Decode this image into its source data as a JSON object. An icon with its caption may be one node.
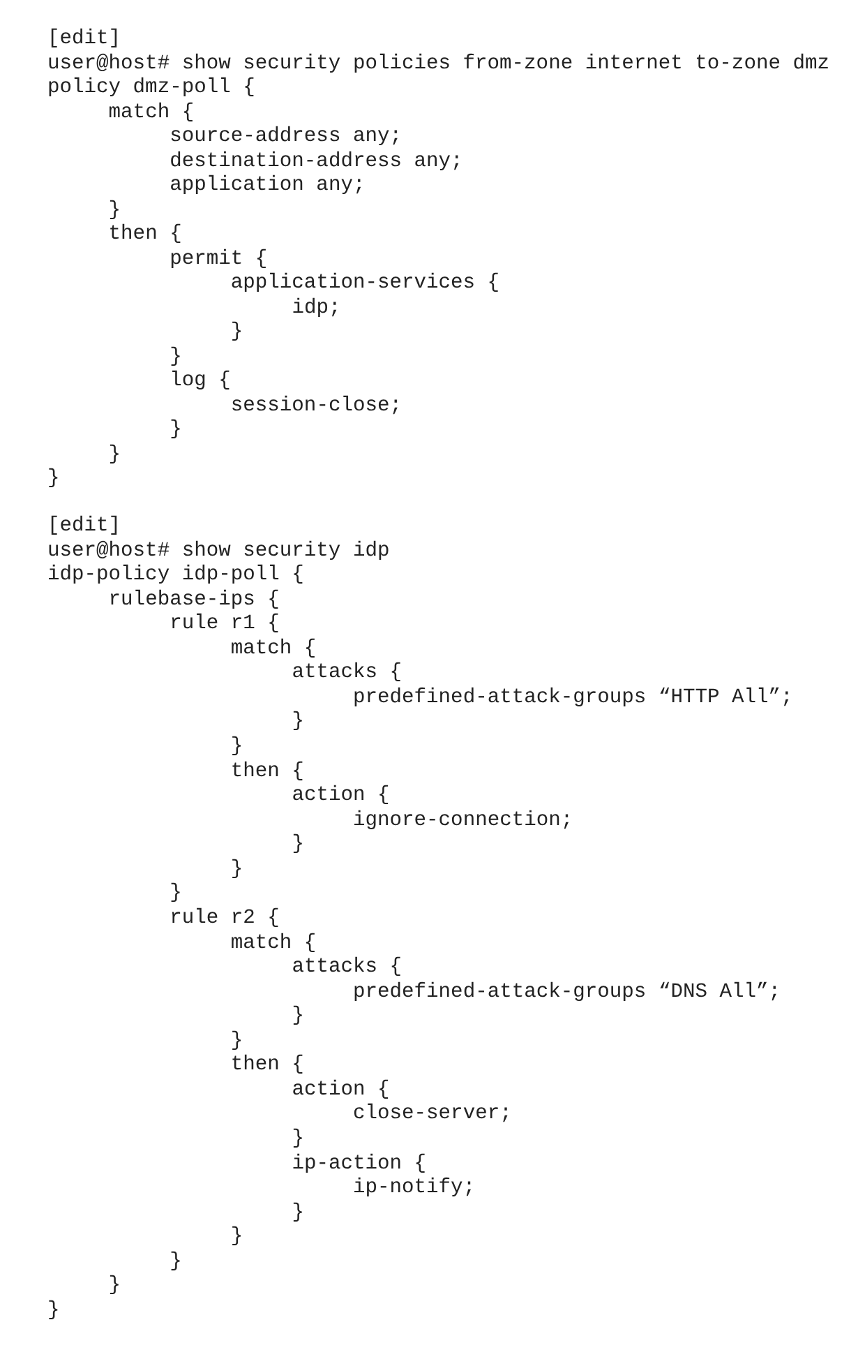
{
  "diagram": {
    "labels": [
      "[edit]",
      "user@host# show security policies from-zone internet to-zone dmz",
      "policy dmz-poll {",
      "match {",
      "source-address any;",
      "destination-address any;",
      "application any;",
      "}",
      "then {",
      "permit {",
      "application-services {",
      "idp;",
      "}",
      "}",
      "log {",
      "session-close;",
      "}",
      "}",
      "}",
      "[edit]",
      "user@host# show security idp",
      "idp-policy idp-poll {",
      "rulebase-ips {",
      "rule r1 {",
      "match {",
      "attacks {",
      "predefined-attack-groups “HTTP All”;",
      "}",
      "}",
      "then {",
      "action {",
      "ignore-connection;",
      "}",
      "}",
      "}",
      "rule r2 {",
      "match {",
      "attacks {",
      "predefined-attack-groups “DNS All”;",
      "}",
      "}",
      "then {",
      "action {",
      "close-server;",
      "}",
      "ip-action {",
      "ip-notify;",
      "}",
      "}",
      "}",
      "}",
      "}"
    ]
  }
}
